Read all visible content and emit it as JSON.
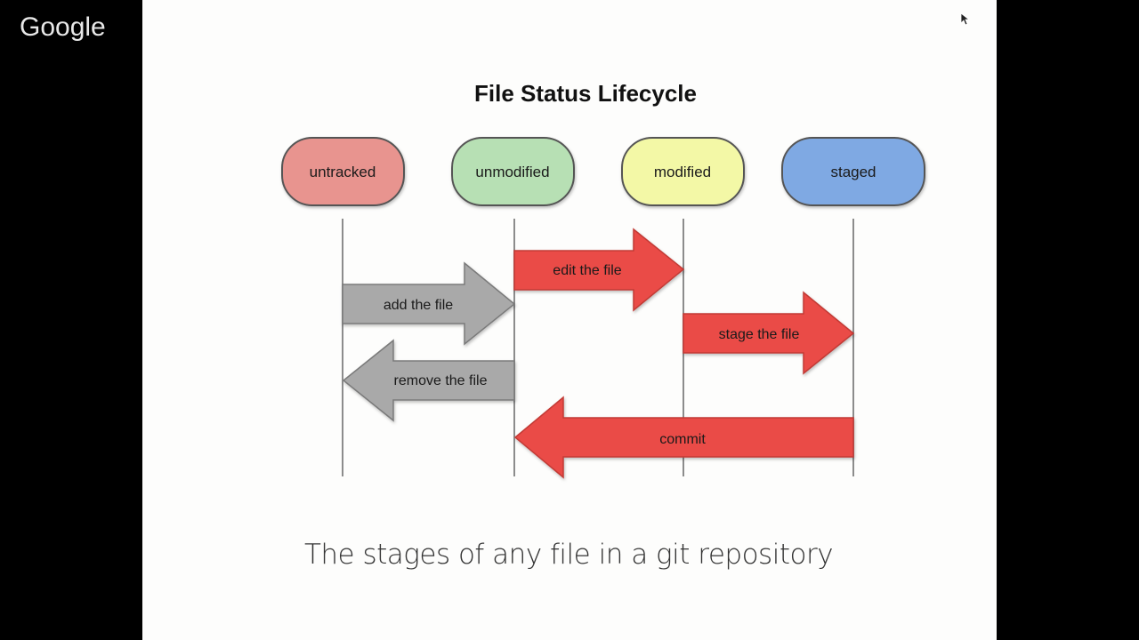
{
  "brand": {
    "logo_text": "Google"
  },
  "slide": {
    "title": "File Status Lifecycle",
    "caption": "The stages of any file in a git repository"
  },
  "states": [
    {
      "label": "untracked",
      "fill": "#e8948f"
    },
    {
      "label": "unmodified",
      "fill": "#b7e0b4"
    },
    {
      "label": "modified",
      "fill": "#f3f8a6"
    },
    {
      "label": "staged",
      "fill": "#7fa9e3"
    }
  ],
  "actions": [
    {
      "label": "add the file",
      "from": "untracked",
      "to": "unmodified",
      "color": "#a9a9a9"
    },
    {
      "label": "edit the file",
      "from": "unmodified",
      "to": "modified",
      "color": "#ea4b47"
    },
    {
      "label": "stage the file",
      "from": "modified",
      "to": "staged",
      "color": "#ea4b47"
    },
    {
      "label": "remove the file",
      "from": "unmodified",
      "to": "untracked",
      "color": "#a9a9a9"
    },
    {
      "label": "commit",
      "from": "staged",
      "to": "unmodified",
      "color": "#ea4b47"
    }
  ],
  "colors": {
    "background": "#000000",
    "slide_background": "#fdfdfc",
    "lifeline": "#8c8c8c"
  }
}
